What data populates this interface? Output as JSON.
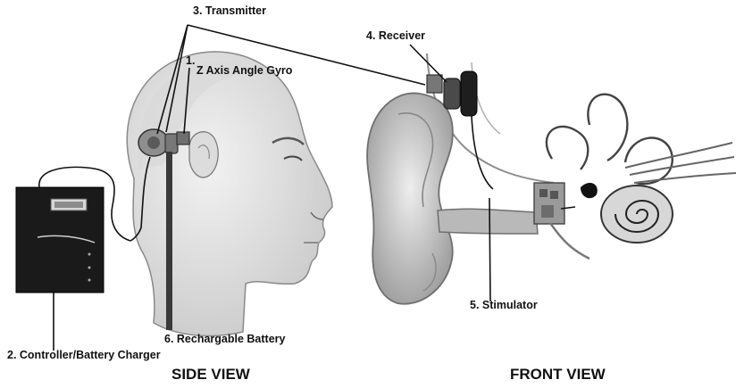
{
  "labels": {
    "transmitter": "3. Transmitter",
    "gyro_number": "1.",
    "gyro": "Z Axis Angle Gyro",
    "receiver": "4. Receiver",
    "stimulator": "5. Stimulator",
    "battery": "6. Rechargable Battery",
    "controller": "2. Controller/Battery Charger"
  },
  "views": {
    "side": "SIDE VIEW",
    "front": "FRONT VIEW"
  }
}
